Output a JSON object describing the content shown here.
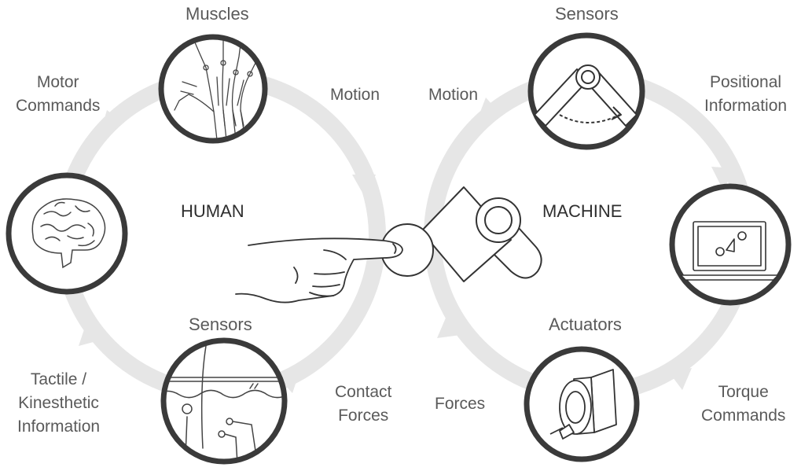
{
  "human": {
    "title": "HUMAN",
    "nodes": {
      "muscles": "Muscles",
      "sensors": "Sensors"
    },
    "edges": {
      "motor_commands": [
        "Motor",
        "Commands"
      ],
      "motion": "Motion",
      "contact_forces": [
        "Contact",
        "Forces"
      ],
      "tactile_information": [
        "Tactile /",
        "Kinesthetic",
        "Information"
      ]
    }
  },
  "machine": {
    "title": "MACHINE",
    "nodes": {
      "sensors": "Sensors",
      "actuators": "Actuators"
    },
    "edges": {
      "motion": "Motion",
      "positional_information": [
        "Positional",
        "Information"
      ],
      "torque_commands": [
        "Torque",
        "Commands"
      ],
      "forces": "Forces"
    }
  },
  "icons": [
    "hand-skeleton-icon",
    "brain-icon",
    "skin-sensors-icon",
    "robot-joint-icon",
    "laptop-icon",
    "motor-actuator-icon",
    "finger-hand-icon",
    "robot-arm-icon"
  ],
  "colors": {
    "ring": "#e6e6e6",
    "circle_stroke": "#3a3a3a",
    "line_art": "#333333",
    "text": "#5a5a5a"
  }
}
